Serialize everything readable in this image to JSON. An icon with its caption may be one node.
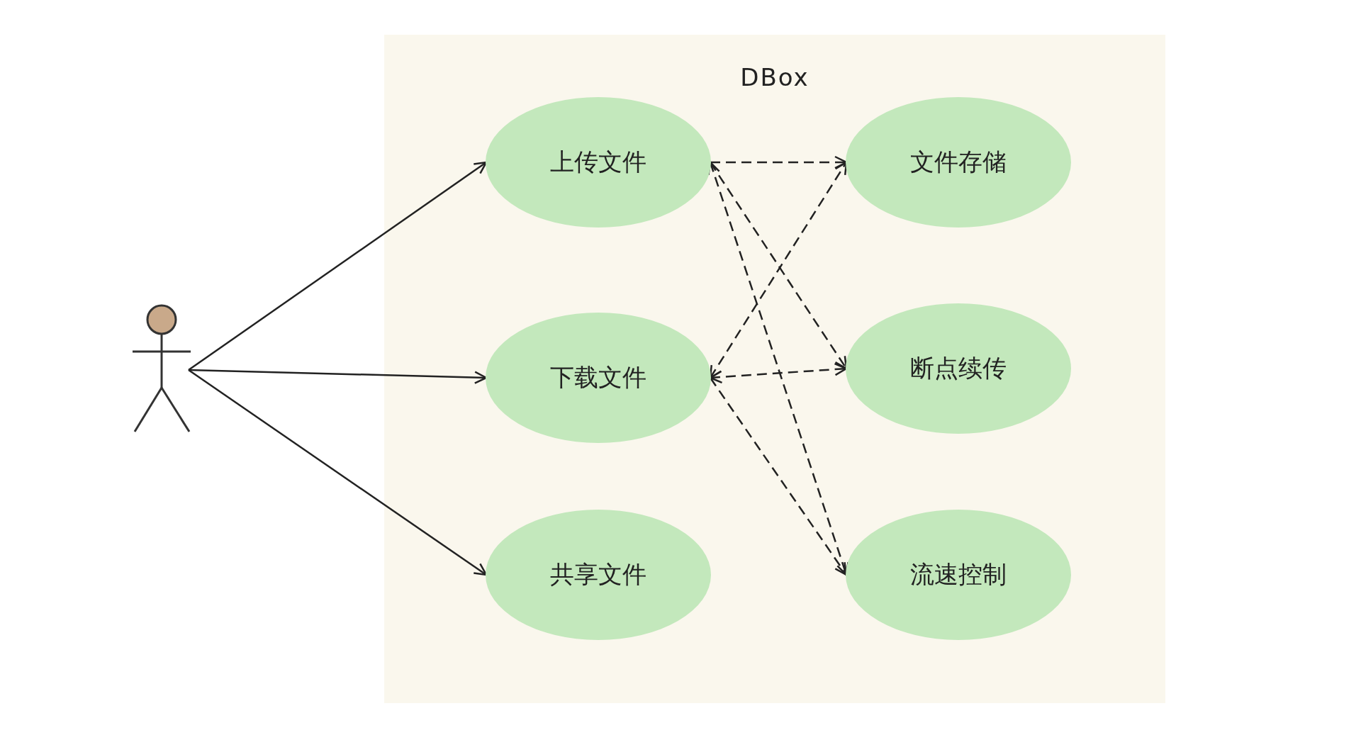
{
  "diagram": {
    "nodes": [
      {
        "text": [
          "DBox"
        ]
      },
      {
        "text": [],
        "shape": "person"
      },
      {
        "text": [
          "上传文件"
        ],
        "in": 0
      },
      {
        "text": [
          "下载文件"
        ],
        "in": 0
      },
      {
        "text": [
          "共享文件"
        ],
        "in": 0
      },
      {
        "text": [
          "文件存储"
        ],
        "in": 0
      },
      {
        "text": [
          "断点续传"
        ],
        "in": 0
      },
      {
        "text": [
          "流速控制"
        ],
        "in": 0
      }
    ],
    "edges": [
      {
        "from": 1,
        "to": 2,
        "arrow": "to"
      },
      {
        "from": 1,
        "to": 3,
        "arrow": "to"
      },
      {
        "from": 1,
        "to": 4,
        "arrow": "to"
      },
      {
        "from": 2,
        "to": 5,
        "arrow": "to",
        "style": "dashed"
      },
      {
        "from": 2,
        "to": 6,
        "arrow": "to",
        "style": "dashed"
      },
      {
        "from": 2,
        "to": 7,
        "arrow": "both",
        "style": "dashed"
      },
      {
        "from": 3,
        "to": 5,
        "arrow": "both",
        "style": "dashed"
      },
      {
        "from": 3,
        "to": 6,
        "arrow": "both",
        "style": "dashed"
      },
      {
        "from": 3,
        "to": 7,
        "arrow": "to",
        "style": "dashed"
      }
    ]
  }
}
